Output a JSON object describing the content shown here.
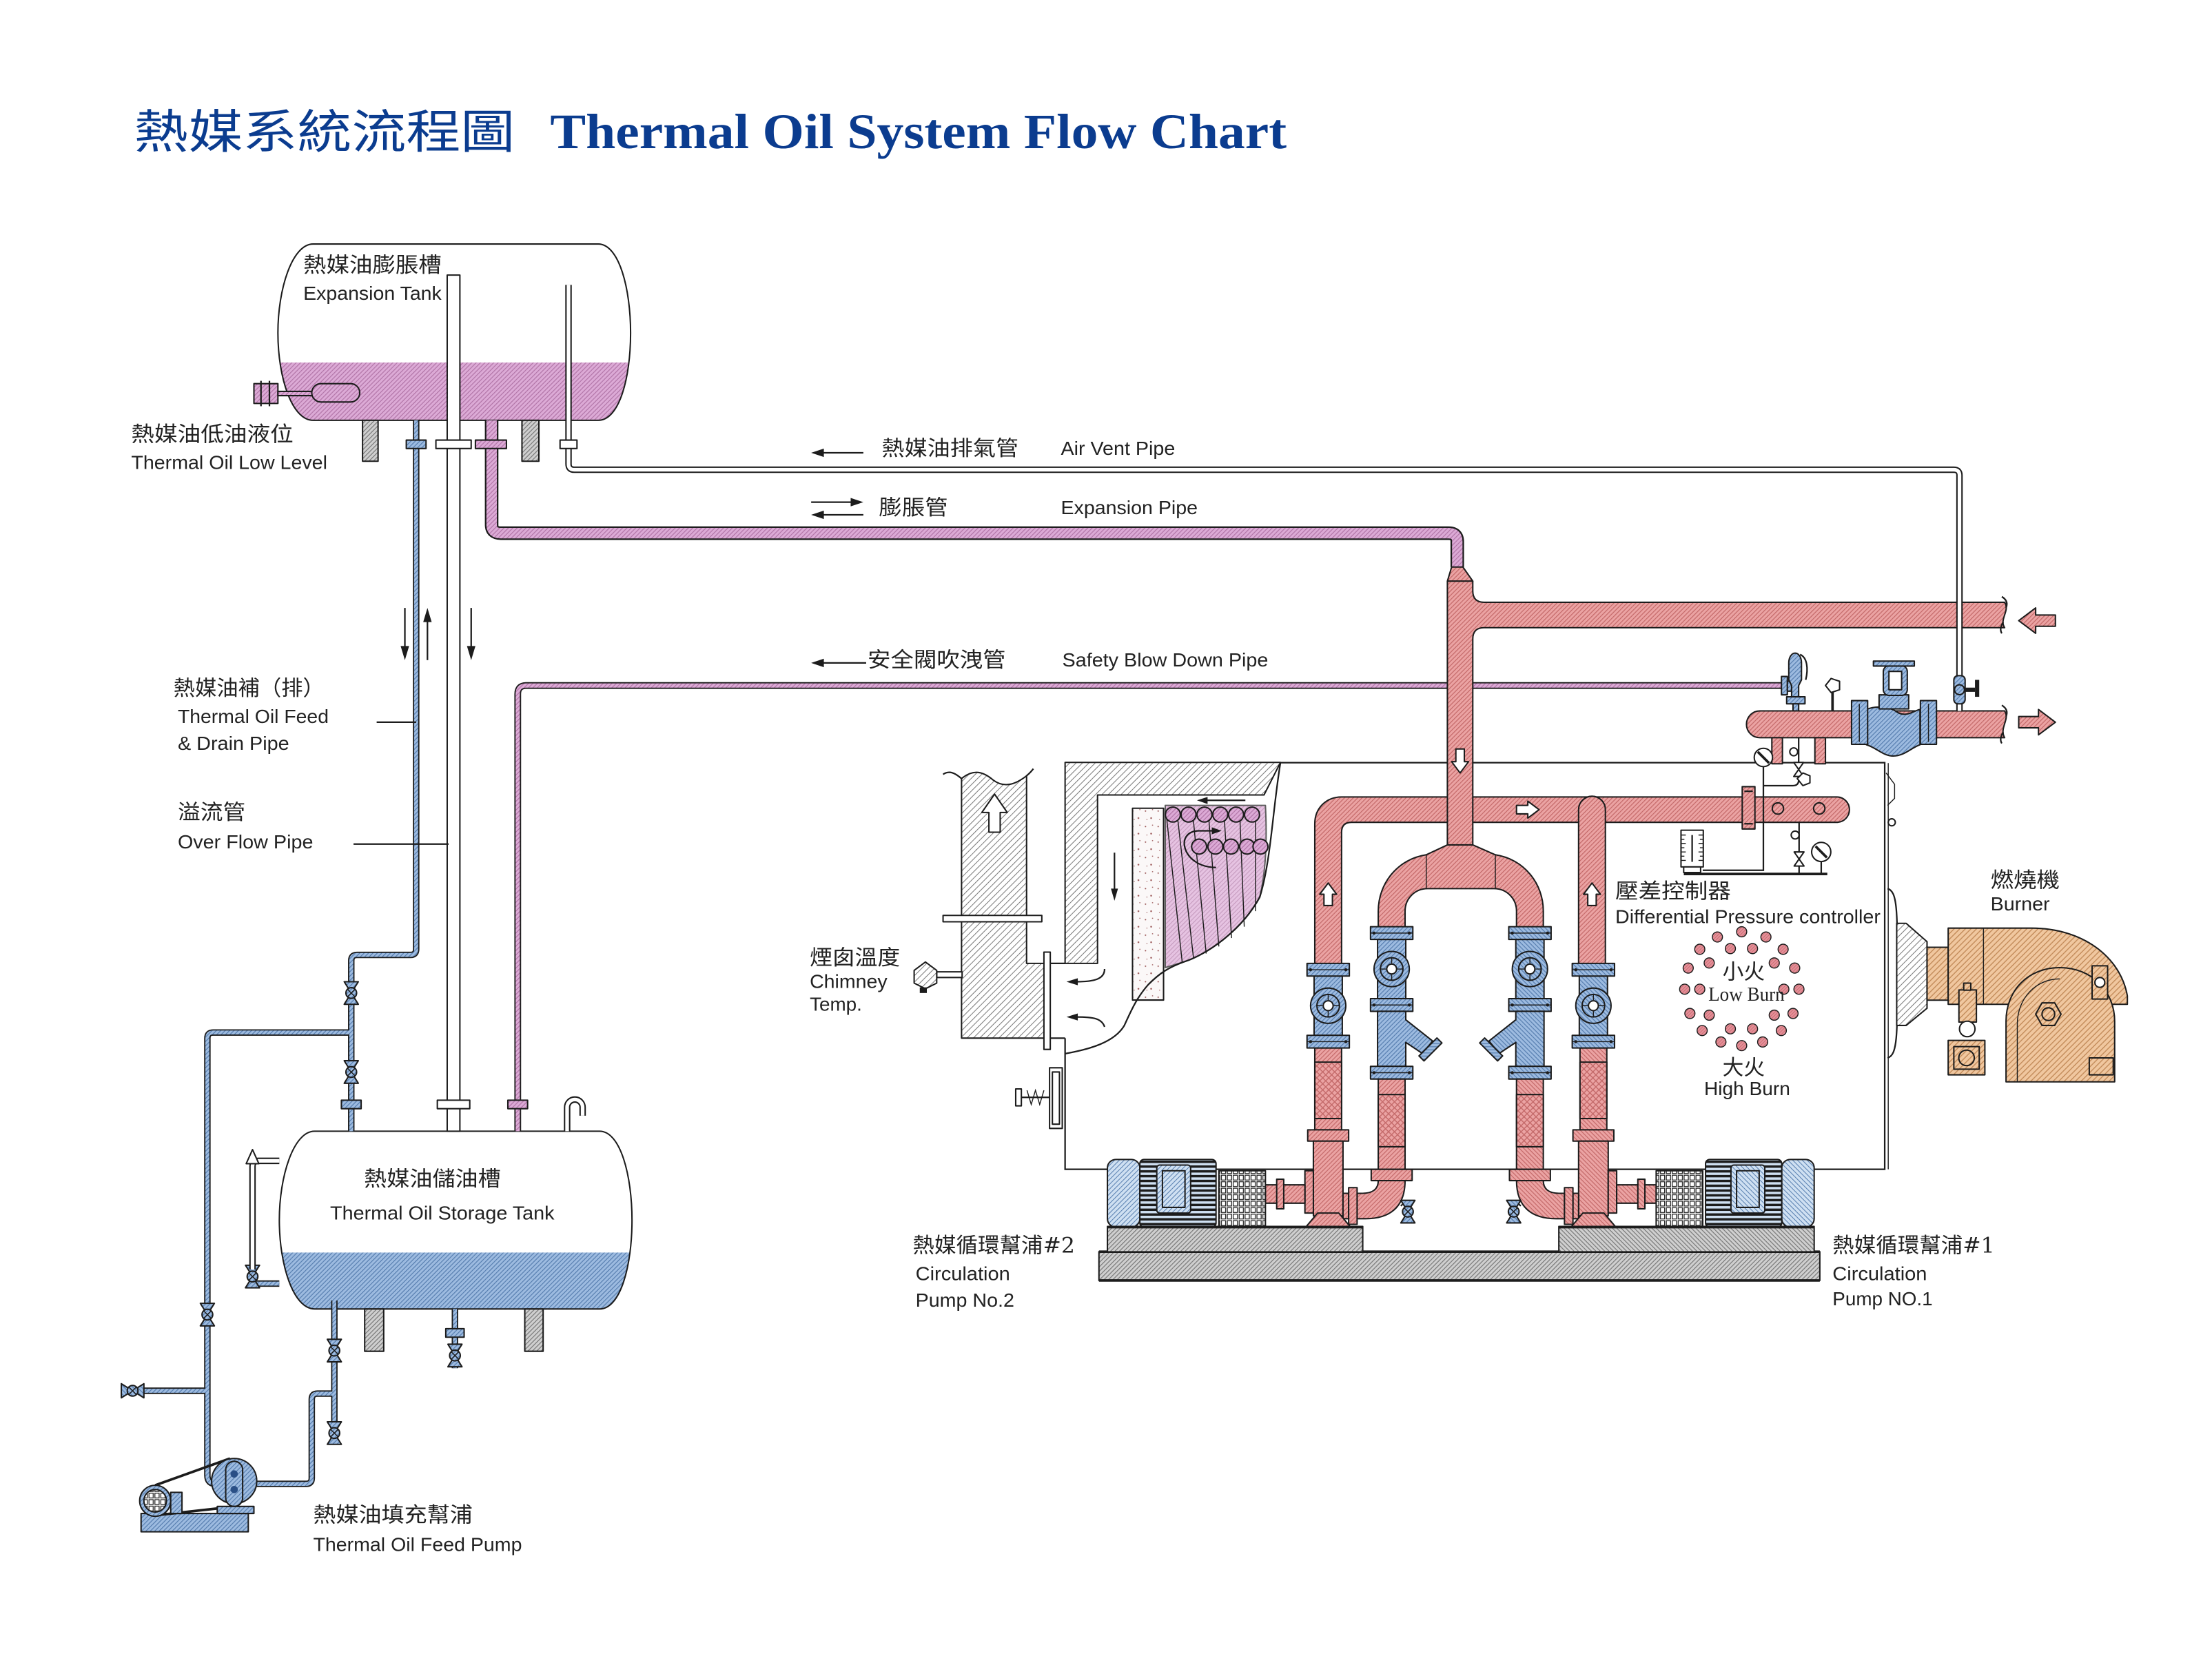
{
  "title": {
    "zh": "熱媒系統流程圖",
    "en": "Thermal Oil System Flow Chart"
  },
  "expansion_tank": {
    "zh": "熱媒油膨脹槽",
    "en": "Expansion Tank"
  },
  "low_level": {
    "zh": "熱媒油低油液位",
    "en": "Thermal Oil Low Level"
  },
  "pipe_legend": [
    {
      "zh": "熱媒油排氣管",
      "en": "Air Vent Pipe",
      "arrow": "left"
    },
    {
      "zh": "膨脹管",
      "en": "Expansion Pipe",
      "arrow": "both"
    },
    {
      "zh": "安全閥吹洩管",
      "en": "Safety Blow Down Pipe",
      "arrow": "left"
    }
  ],
  "feed_drain_pipe": {
    "zh": "熱媒油補（排）",
    "en": [
      "Thermal Oil Feed",
      "& Drain Pipe"
    ]
  },
  "overflow_pipe": {
    "zh": "溢流管",
    "en": "Over Flow Pipe"
  },
  "storage_tank": {
    "zh": "熱媒油儲油槽",
    "en": "Thermal Oil Storage Tank"
  },
  "feed_pump": {
    "zh": "熱媒油填充幫浦",
    "en": "Thermal Oil Feed Pump"
  },
  "chimney_temp": {
    "zh": "煙囱溫度",
    "en": [
      "Chimney",
      "Temp."
    ]
  },
  "diff_pressure_controller": {
    "zh": "壓差控制器",
    "en": "Differential Pressure controller"
  },
  "flame": {
    "low": {
      "zh": "小火",
      "en": "Low Burn"
    },
    "high": {
      "zh": "大火",
      "en": "High Burn"
    }
  },
  "burner": {
    "zh": "燃燒機",
    "en": "Burner"
  },
  "pumps": [
    {
      "zh": "熱媒循環幫浦#2",
      "en": [
        "Circulation",
        "Pump No.2"
      ]
    },
    {
      "zh": "熱媒循環幫浦#1",
      "en": [
        "Circulation",
        "Pump NO.1"
      ]
    }
  ],
  "flow_arrows": {
    "inlet": "left",
    "outlet": "right"
  },
  "colors": {
    "title": "#0b3c8f",
    "hot_oil": "#eba3a3",
    "hot_oil_hatch": "#c46a6a",
    "expansion_oil": "#dcaad6",
    "expansion_hatch": "#b276a8",
    "cold_oil": "#9dbbe0",
    "cold_oil_hatch": "#587fb0",
    "motor": "#cfe0f2",
    "steel": "#cfcfcf",
    "steel_hatch": "#7a7a7a",
    "burner": "#f0c79f",
    "burner_hatch": "#c48d5c",
    "flame_dot": "#e58f9a"
  }
}
